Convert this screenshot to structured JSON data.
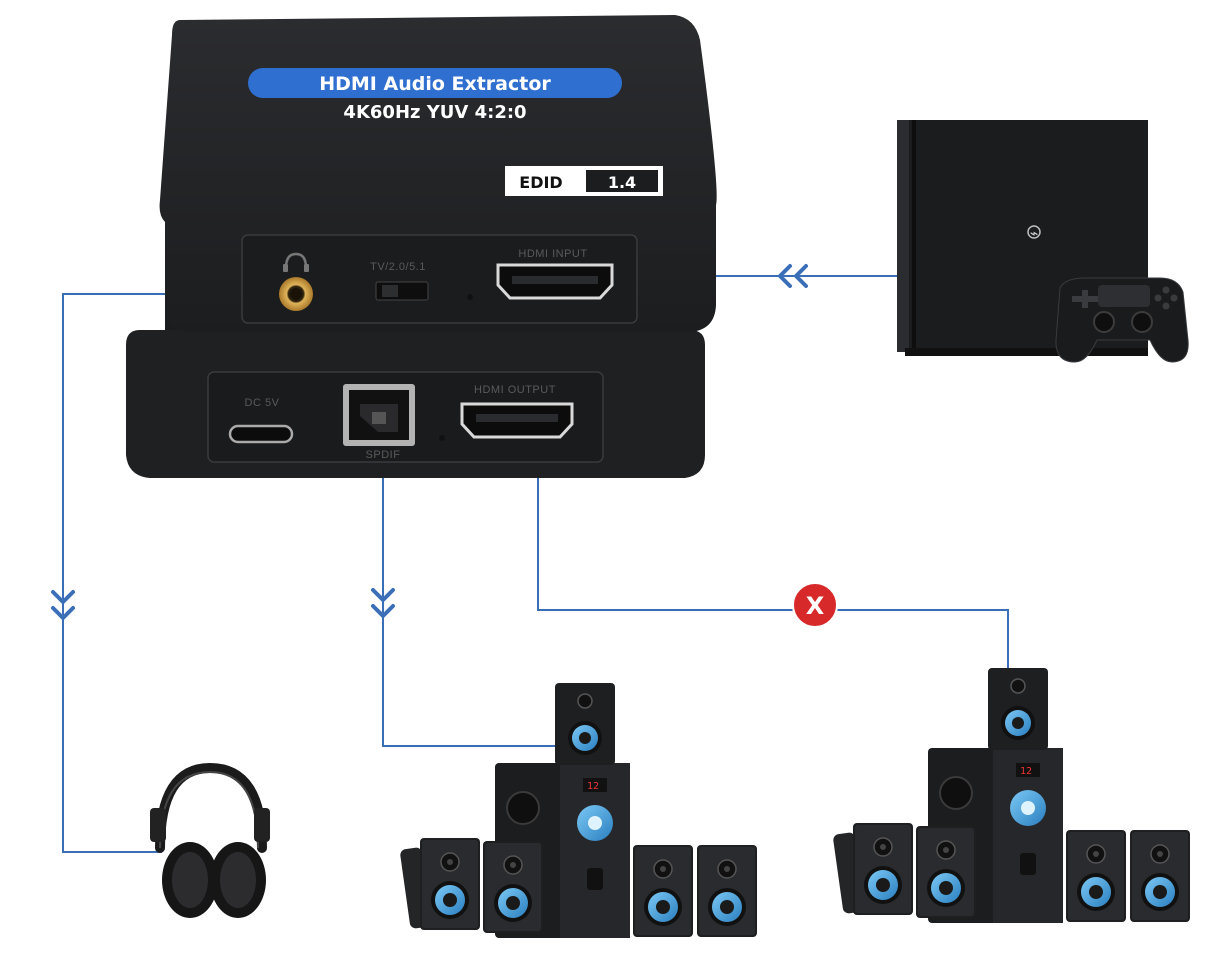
{
  "device": {
    "brand_text": "HDMI Audio Extractor",
    "spec_text": "4K60Hz  YUV 4:2:0",
    "edid_label": "EDID",
    "edid_value": "1.4",
    "top_ports": {
      "switch_label": "TV/2.0/5.1",
      "hdmi_in_label": "HDMI INPUT"
    },
    "bottom_ports": {
      "dc_label": "DC 5V",
      "spdif_label": "SPDIF",
      "hdmi_out_label": "HDMI OUTPUT"
    }
  },
  "source_device": {
    "icon": "game-console-icon",
    "logo": "ps-logo-icon"
  },
  "outputs": {
    "headphones": {
      "icon": "headphones-icon"
    },
    "optical_speakers": {
      "icon": "speaker-system-icon"
    },
    "hdmi_speakers": {
      "icon": "speaker-system-icon",
      "status": "not-supported",
      "status_icon": "x-mark-icon",
      "status_text": "X"
    }
  },
  "colors": {
    "device_body": "#232426",
    "brand_blue": "#2f6fd0",
    "line_blue": "#3a6fb8",
    "badge_red": "#d7282a",
    "speaker_accent": "#4aa6e6"
  }
}
